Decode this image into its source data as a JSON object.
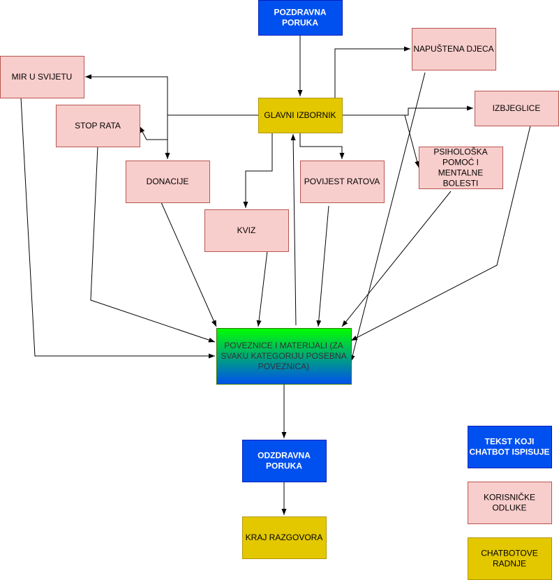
{
  "colors": {
    "chatbot_text": "#0050ef",
    "user_choice_fill": "#f8cecc",
    "user_choice_stroke": "#b85450",
    "chatbot_action": "#e3c800",
    "chatbot_action_stroke": "#b09500",
    "gradient_top": "#00ff00",
    "gradient_bottom": "#0050ef"
  },
  "nodes": {
    "pozdravna": {
      "lines": [
        "POZDRAVNA",
        "PORUKA"
      ]
    },
    "glavni": {
      "lines": [
        "GLAVNI IZBORNIK"
      ]
    },
    "mir": {
      "lines": [
        "MIR U SVIJETU"
      ]
    },
    "stop": {
      "lines": [
        "STOP RATA"
      ]
    },
    "donacije": {
      "lines": [
        "DONACIJE"
      ]
    },
    "kviz": {
      "lines": [
        "KVIZ"
      ]
    },
    "povijest": {
      "lines": [
        "POVIJEST RATOVA"
      ]
    },
    "psiholoska": {
      "lines": [
        "PSIHOLOŠKA",
        "POMOĆ I",
        "MENTALNE",
        "BOLESTI"
      ]
    },
    "napustena": {
      "lines": [
        "NAPUŠTENA DJECA"
      ]
    },
    "izbjeglice": {
      "lines": [
        "IZBJEGLICE"
      ]
    },
    "poveznice": {
      "lines": [
        "POVEZNICE I MATERIJALI (ZA",
        "SVAKU KATEGORIJU POSEBNA",
        "POVEZNICA)"
      ]
    },
    "odzdravna": {
      "lines": [
        "ODZDRAVNA",
        "PORUKA"
      ]
    },
    "kraj": {
      "lines": [
        "KRAJ RAZGOVORA"
      ]
    }
  },
  "legend": {
    "chatbot_text": {
      "lines": [
        "TEKST KOJI",
        "CHATBOT ISPISUJE"
      ]
    },
    "user_choices": {
      "lines": [
        "KORISNIČKE",
        "ODLUKE"
      ]
    },
    "chatbot_actions": {
      "lines": [
        "CHATBOTOVE",
        "RADNJE"
      ]
    }
  }
}
